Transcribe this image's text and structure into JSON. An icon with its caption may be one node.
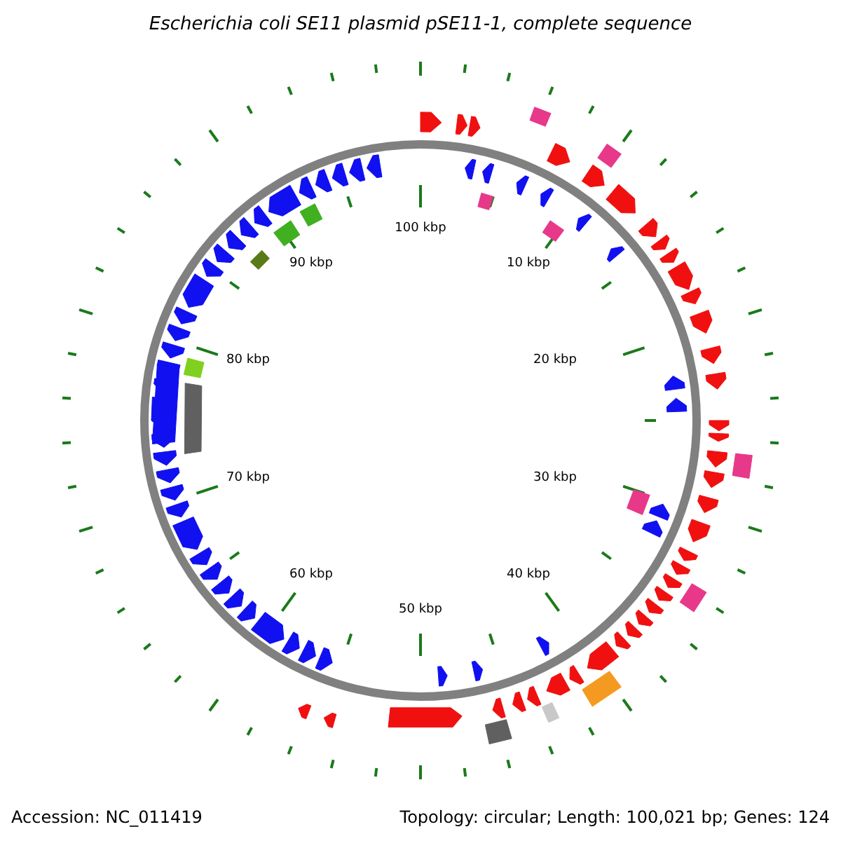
{
  "diagram": {
    "title": "Escherichia coli SE11 plasmid pSE11-1, complete sequence",
    "labels": [
      "100 kbp",
      "10 kbp",
      "20 kbp",
      "30 kbp",
      "40 kbp",
      "50 kbp",
      "60 kbp",
      "70 kbp",
      "80 kbp",
      "90 kbp",
      "Accession: NC_011419",
      "Topology: circular; Length: 100,021 bp; Genes: 124"
    ]
  }
}
